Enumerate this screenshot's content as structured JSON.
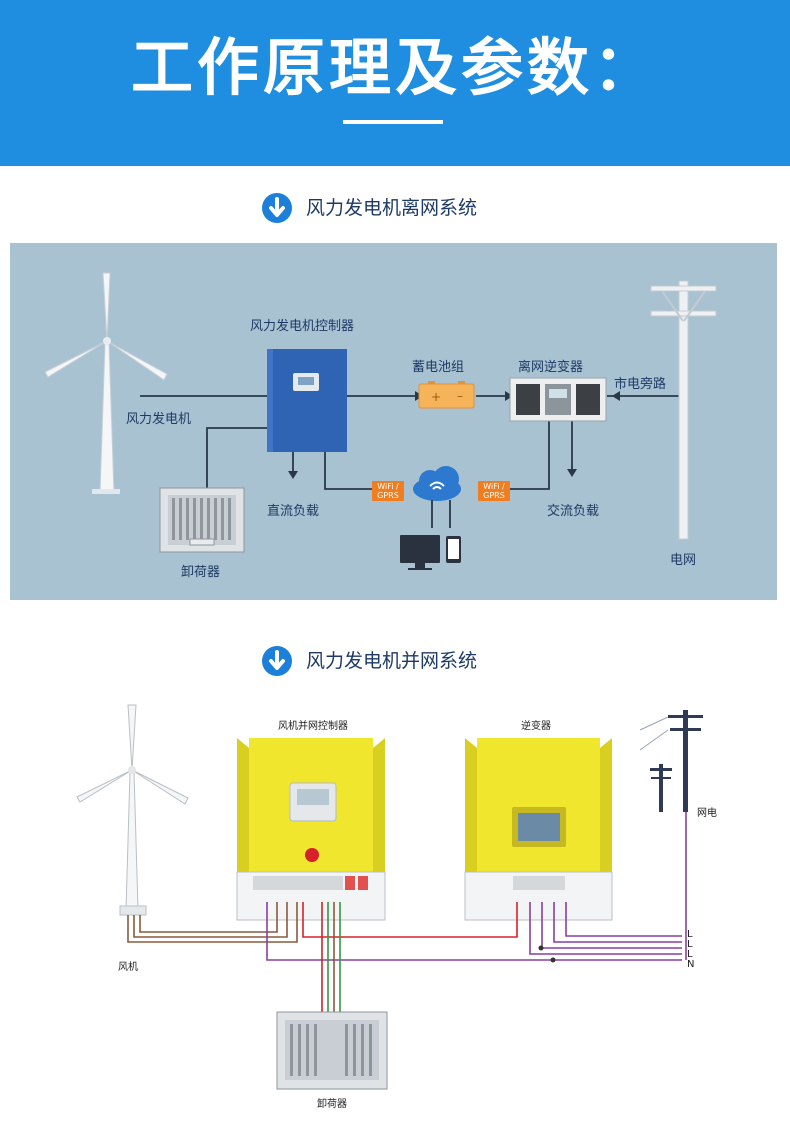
{
  "banner": {
    "title": "工作原理及参数："
  },
  "section1": {
    "title": "风力发电机离网系统",
    "labels": {
      "controller": "风力发电机控制器",
      "battery": "蓄电池组",
      "inverter": "离网逆变器",
      "bypass": "市电旁路",
      "turbine": "风力发电机",
      "dc_load": "直流负载",
      "ac_load": "交流负载",
      "dump_load": "卸荷器",
      "grid": "电网",
      "badge_left": [
        "WiFi /",
        "GPRS"
      ],
      "badge_right": [
        "WiFi /",
        "GPRS"
      ]
    },
    "colors": {
      "bg": "#a9c2d1",
      "controller": "#2f63b4",
      "battery": "#f6b45a",
      "wire": "#283848"
    }
  },
  "section2": {
    "title": "风力发电机并网系统",
    "labels": {
      "controller": "风机并网控制器",
      "inverter": "逆变器",
      "grid": "网电",
      "turbine": "风机",
      "dump_load": "卸荷器",
      "lines": [
        "L",
        "L",
        "L",
        "N"
      ]
    },
    "colors": {
      "panel": "#f0e62e",
      "red": "#d8202a",
      "purple": "#8a3fa0",
      "brown": "#8a5a3a",
      "green": "#2f9a45"
    }
  }
}
